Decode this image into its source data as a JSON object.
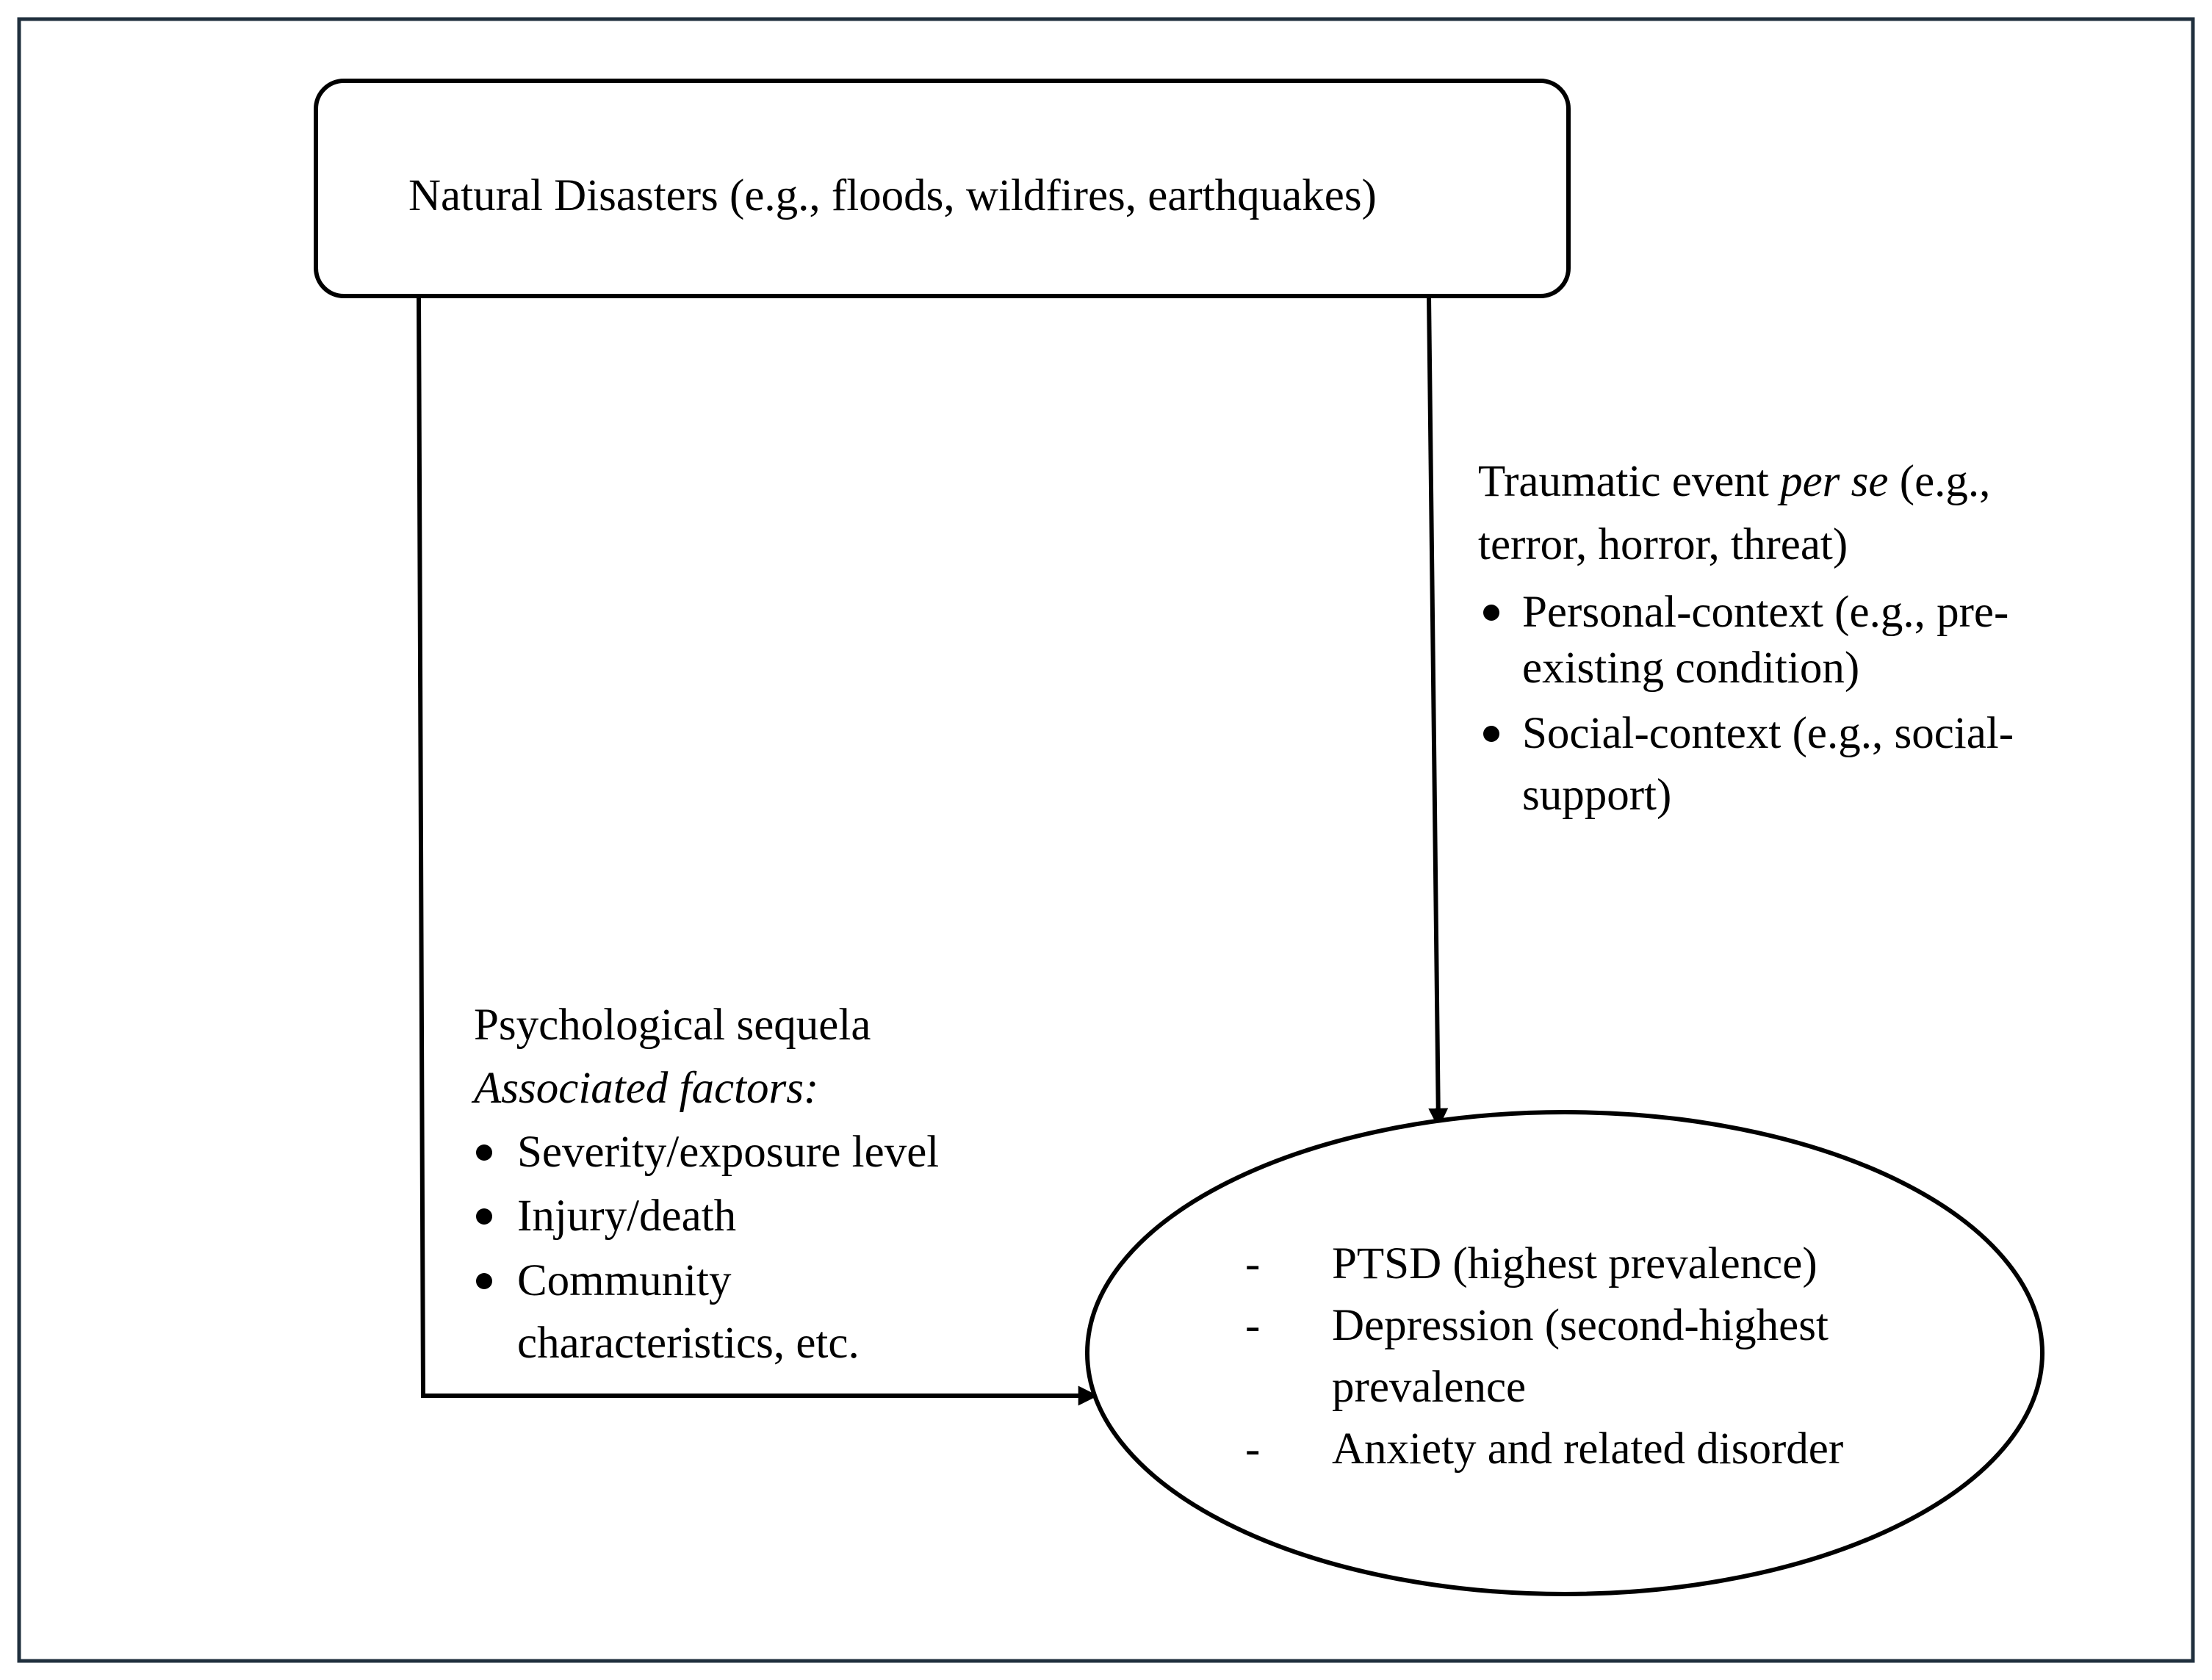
{
  "top_box": {
    "label": "Natural Disasters (e.g., floods, wildfires, earthquakes)"
  },
  "right_path": {
    "line1_pre": "Traumatic event ",
    "line1_italic": "per se",
    "line1_post": " (e.g.,",
    "line2": "terror, horror, threat)",
    "bullets": [
      {
        "line1": "Personal-context (e.g., pre-",
        "line2": "existing condition)"
      },
      {
        "line1": "Social-context (e.g., social-",
        "line2": "support)"
      }
    ]
  },
  "left_path": {
    "heading": "Psychological sequela",
    "subheading": "Associated factors:",
    "bullets": [
      {
        "line1": "Severity/exposure level"
      },
      {
        "line1": "Injury/death"
      },
      {
        "line1": "Community",
        "line2": "characteristics, etc."
      }
    ]
  },
  "outcome": {
    "dash": "-",
    "items": [
      {
        "line1": "PTSD (highest prevalence)"
      },
      {
        "line1": "Depression (second-highest",
        "line2": "prevalence"
      },
      {
        "line1": "Anxiety and related disorder"
      }
    ]
  },
  "colors": {
    "frame_border": "#1f2f3d",
    "stroke": "#000000",
    "background": "#ffffff"
  }
}
